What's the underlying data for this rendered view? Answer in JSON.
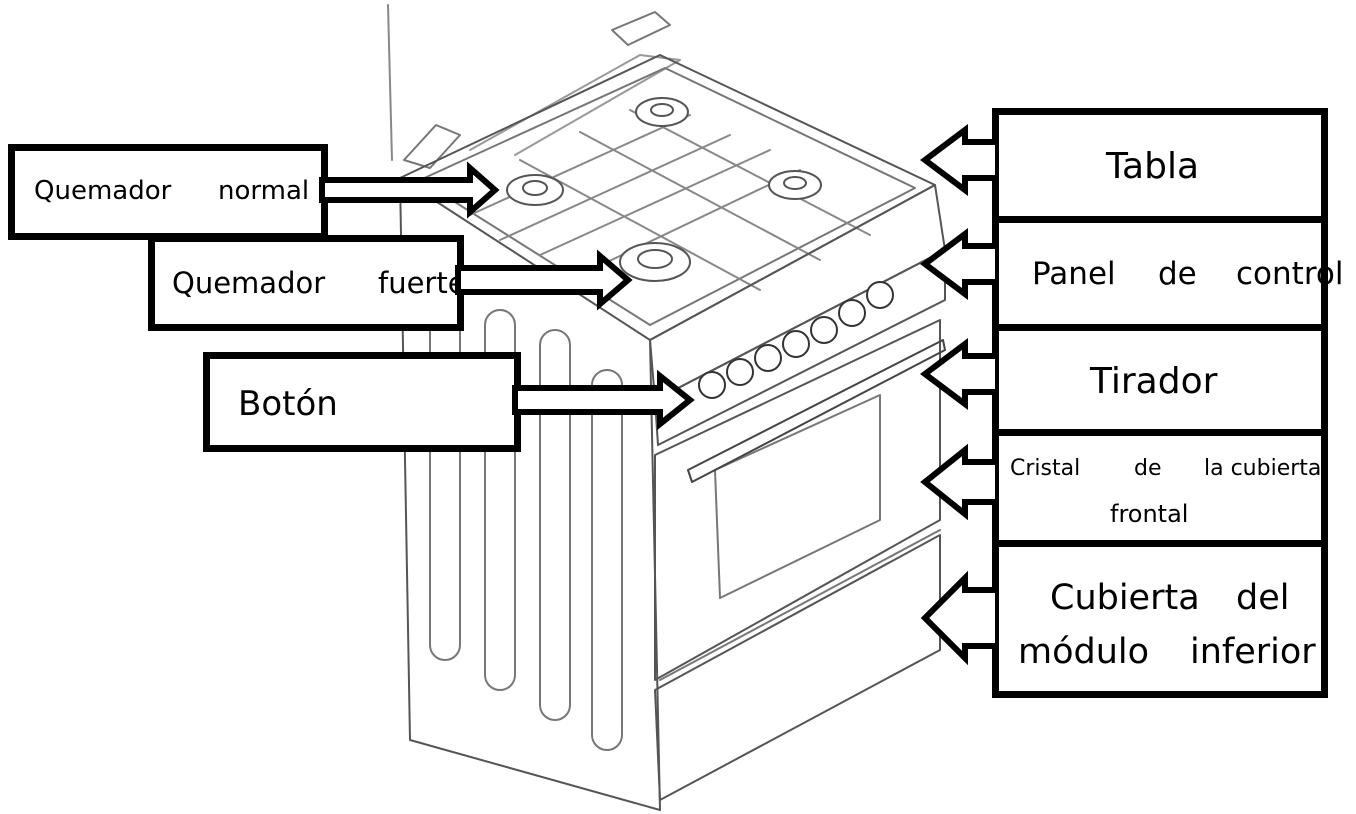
{
  "labels": {
    "quemador_normal": [
      "Quemador",
      "normal"
    ],
    "quemador_fuerte": [
      "Quemador",
      "fuerte"
    ],
    "boton": "Botón",
    "tabla": "Tabla",
    "panel_control": [
      "Panel",
      "de",
      "control"
    ],
    "tirador": "Tirador",
    "cristal_line1": [
      "Cristal",
      "de",
      "la cubierta"
    ],
    "cristal_line2": "frontal",
    "cubierta_line1": [
      "Cubierta",
      "del"
    ],
    "cubierta_line2": [
      "módulo",
      "inferior"
    ]
  }
}
